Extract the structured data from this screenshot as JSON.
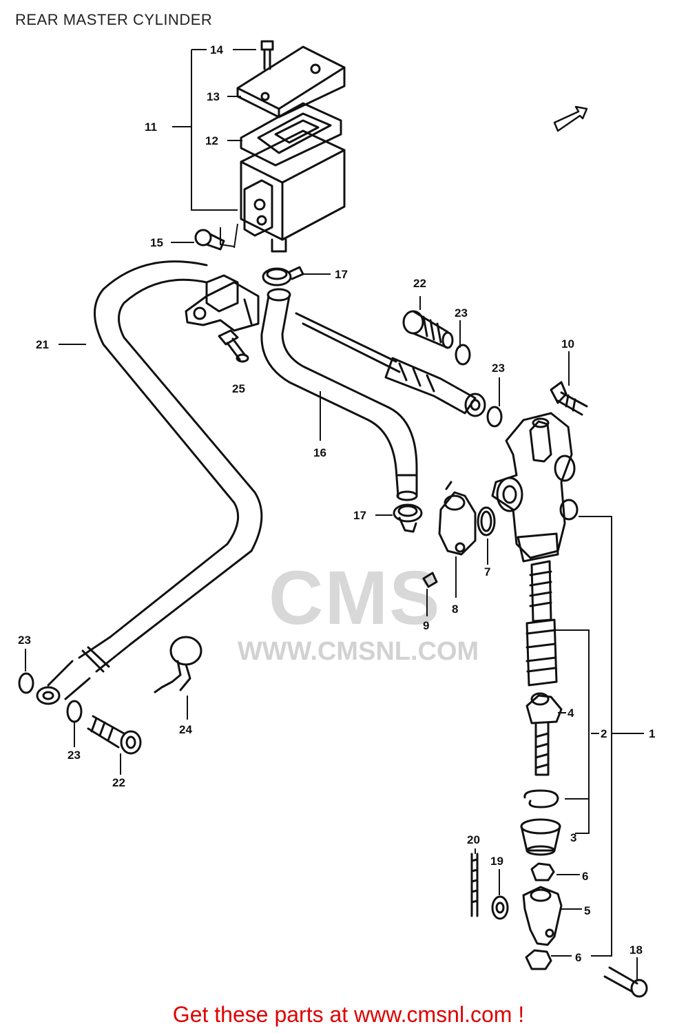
{
  "title": "REAR MASTER CYLINDER",
  "watermark": {
    "brand": "CMS",
    "url": "WWW.CMSNL.COM"
  },
  "footer": {
    "text": "Get these parts at www.cmsnl.com !"
  },
  "callouts": [
    {
      "id": "c14",
      "label": "14"
    },
    {
      "id": "c13",
      "label": "13"
    },
    {
      "id": "c11",
      "label": "11"
    },
    {
      "id": "c12",
      "label": "12"
    },
    {
      "id": "c15",
      "label": "15"
    },
    {
      "id": "c17a",
      "label": "17"
    },
    {
      "id": "c21",
      "label": "21"
    },
    {
      "id": "c25",
      "label": "25"
    },
    {
      "id": "c16",
      "label": "16"
    },
    {
      "id": "c22a",
      "label": "22"
    },
    {
      "id": "c23a",
      "label": "23"
    },
    {
      "id": "c23b",
      "label": "23"
    },
    {
      "id": "c10",
      "label": "10"
    },
    {
      "id": "c17b",
      "label": "17"
    },
    {
      "id": "c7",
      "label": "7"
    },
    {
      "id": "c8",
      "label": "8"
    },
    {
      "id": "c9",
      "label": "9"
    },
    {
      "id": "c23c",
      "label": "23"
    },
    {
      "id": "c23d",
      "label": "23"
    },
    {
      "id": "c22b",
      "label": "22"
    },
    {
      "id": "c24",
      "label": "24"
    },
    {
      "id": "c4",
      "label": "4"
    },
    {
      "id": "c2",
      "label": "2"
    },
    {
      "id": "c1",
      "label": "1"
    },
    {
      "id": "c3",
      "label": "3"
    },
    {
      "id": "c20",
      "label": "20"
    },
    {
      "id": "c19",
      "label": "19"
    },
    {
      "id": "c6a",
      "label": "6"
    },
    {
      "id": "c5",
      "label": "5"
    },
    {
      "id": "c6b",
      "label": "6"
    },
    {
      "id": "c18",
      "label": "18"
    }
  ]
}
